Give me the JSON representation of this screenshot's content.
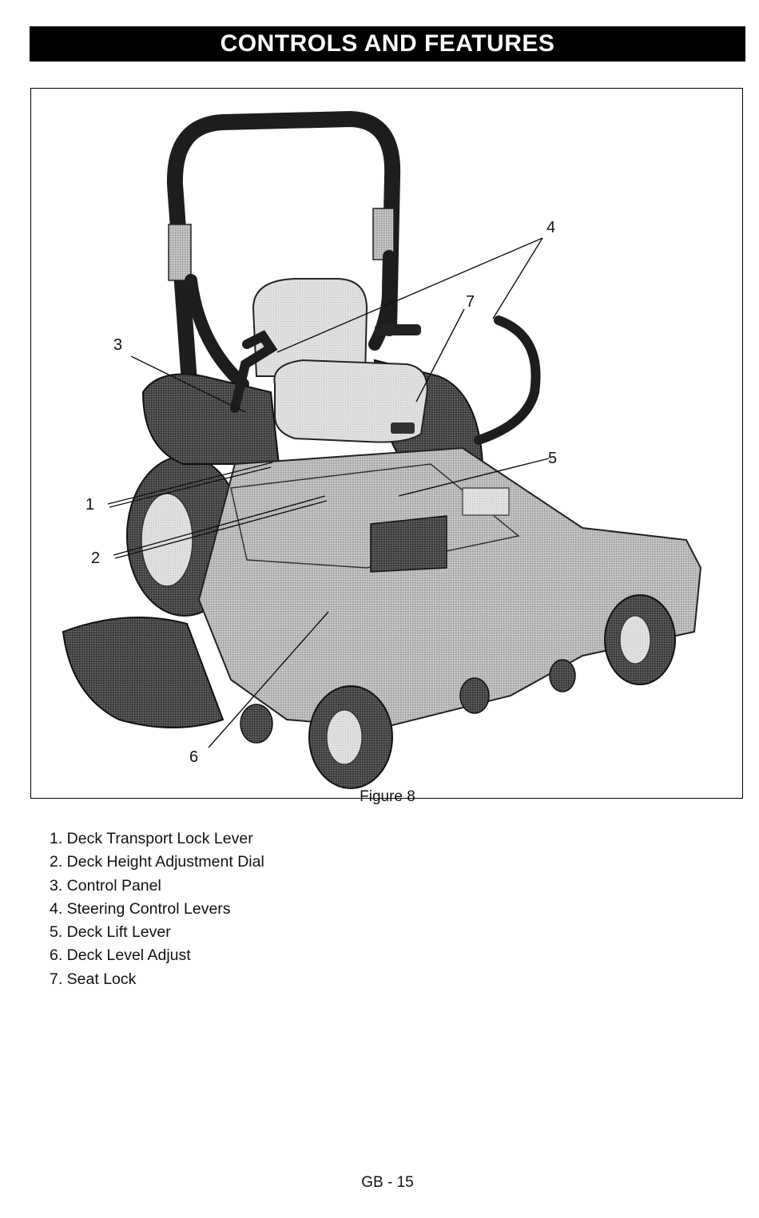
{
  "header": {
    "title": "CONTROLS AND FEATURES"
  },
  "figure": {
    "caption": "Figure 8",
    "callouts": {
      "c1": "1",
      "c2": "2",
      "c3": "3",
      "c4": "4",
      "c5": "5",
      "c6": "6",
      "c7": "7"
    }
  },
  "parts_list": [
    {
      "label": "1. Deck Transport Lock Lever"
    },
    {
      "label": "2. Deck Height Adjustment Dial"
    },
    {
      "label": "3. Control Panel"
    },
    {
      "label": "4. Steering Control Levers"
    },
    {
      "label": "5. Deck Lift Lever"
    },
    {
      "label": "6. Deck Level Adjust"
    },
    {
      "label": "7. Seat Lock"
    }
  ],
  "footer": {
    "page_number": "GB - 15"
  }
}
